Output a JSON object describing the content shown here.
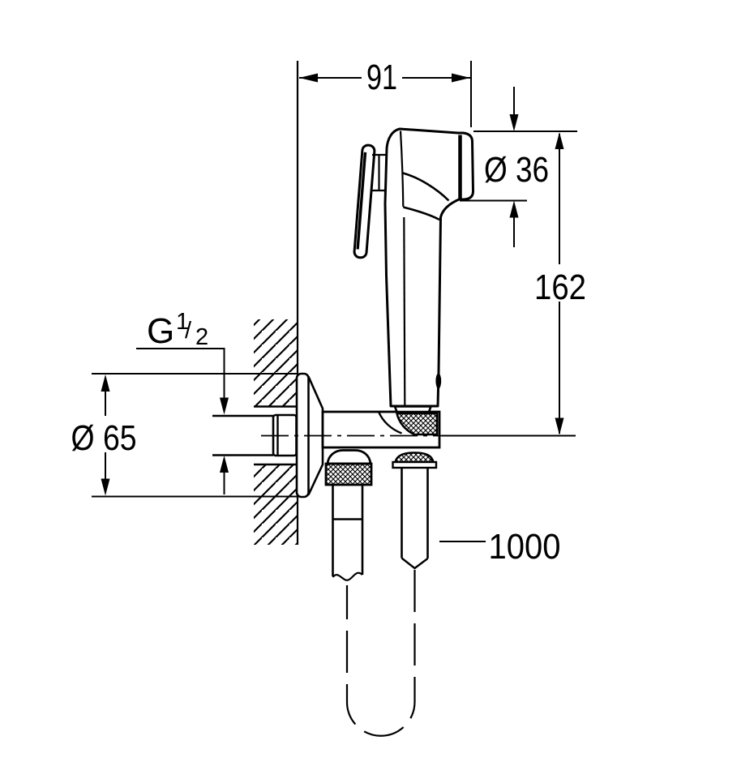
{
  "drawing": {
    "colors": {
      "background": "#ffffff",
      "line": "#000000"
    }
  },
  "labels": {
    "width_top": "91",
    "head_diameter": "Ø 36",
    "height_right": "162",
    "escutcheon_diameter": "Ø 65",
    "hose_length": "1000",
    "thread": {
      "base": "G",
      "numerator": "1",
      "slash": "/",
      "denominator": "2"
    }
  }
}
